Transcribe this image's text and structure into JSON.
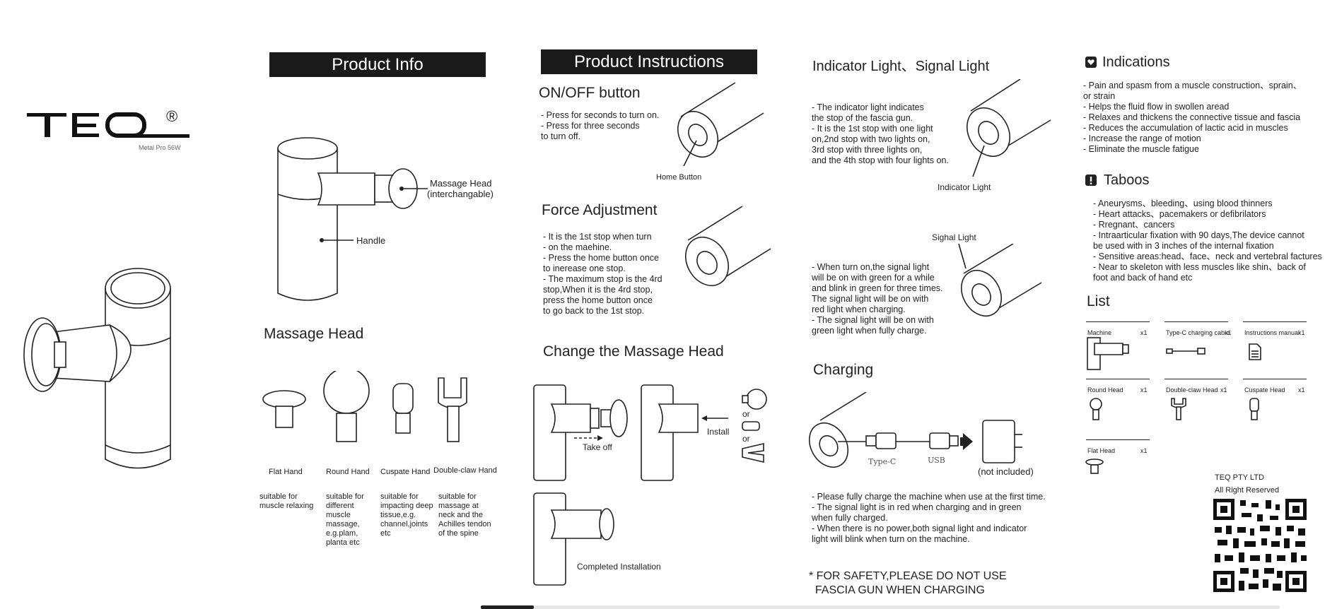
{
  "brand": {
    "logo": "TEQ",
    "registered": "®",
    "model": "Metal Pro 56W"
  },
  "product_info": {
    "title": "Product Info",
    "massage_head_label_line1": "Massage Head",
    "massage_head_label_line2": "(interchangable)",
    "handle_label": "Handle"
  },
  "massage_head": {
    "title": "Massage Head",
    "heads": [
      {
        "name": "Flat Hand",
        "desc": [
          "suitable for",
          "muscle relaxing"
        ]
      },
      {
        "name": "Round Hand",
        "desc": [
          "suitable for",
          "different",
          "muscle",
          "massage,",
          "e.g.plam,",
          "planta etc"
        ]
      },
      {
        "name": "Cuspate Hand",
        "desc": [
          "suitable for",
          "impacting deep",
          "tissue,e.g.",
          "channel,joints",
          "etc"
        ]
      },
      {
        "name": "Double-claw Hand",
        "desc": [
          "suitable for",
          "massage at",
          "neck and the",
          "Achilles tendon",
          "of the spine"
        ]
      }
    ]
  },
  "instructions": {
    "title": "Product Instructions",
    "onoff": {
      "title": "ON/OFF  button",
      "lines": [
        "-  Press for seconds to turn on.",
        "-  Press for three seconds",
        "   to turn off."
      ],
      "callout": "Home Button"
    },
    "force": {
      "title": "Force Adjustment",
      "lines": [
        "-  It is the 1st stop when turn",
        "-  on the maehine.",
        "-  Press the home button once",
        "   to inerease one stop.",
        "-  The maximum stop is the 4rd",
        "   stop,When it is the 4rd stop,",
        "   press the home button once",
        "   to go back to the 1st stop."
      ]
    },
    "change": {
      "title": "Change the Massage Head",
      "take_off": "Take off",
      "install": "Install",
      "or1": "or",
      "or2": "or",
      "completed": "Completed Installation"
    }
  },
  "indicator": {
    "title": "Indicator Light、Signal Light",
    "lines": [
      "-  The indicator light indicates",
      "   the stop of the fascia gun.",
      "-  It is the 1st stop with one light",
      "   on,2nd stop with two lights on,",
      "   3rd stop with three lights on,",
      "   and the 4th stop with four lights on."
    ],
    "indicator_callout": "Indicator Light",
    "signal_callout": "Sighal Light",
    "signal_lines": [
      "-  When turn on,the signal light",
      "   will be on with green for a while",
      "   and blink in green for three times.",
      "   The signal light will be on with",
      "   red light when charging.",
      "-  The signal light will be on with",
      "   green light when fully charge."
    ]
  },
  "charging": {
    "title": "Charging",
    "typec": "Type-C",
    "usb": "USB",
    "not_included": "(not included)",
    "lines": [
      "-  Please fully charge the machine when use at the first time.",
      "-  The signal light is in red when charging and in green",
      "   when fully charged.",
      "-  When there is no power,both signal light and indicator",
      "   light will blink when turn on the machine."
    ],
    "safety_line1": "* FOR SAFETY,PLEASE DO NOT USE",
    "safety_line2": "  FASCIA GUN WHEN CHARGING"
  },
  "indications": {
    "title": "Indications",
    "lines": [
      "-  Pain and spasm from a muscle construction、sprain、",
      "   or strain",
      "-  Helps the fluid flow in swollen aread",
      "-  Relaxes and thickens the connective tissue and fascia",
      "-  Reduces the accumulation of lactic acid in muscles",
      "-  Increase the range of motion",
      "-  Eliminate the muscle fatigue"
    ]
  },
  "taboos": {
    "title": "Taboos",
    "lines": [
      "-  Aneurysms、bleeding、using blood thinners",
      "-  Heart attacks、pacemakers or defibrilators",
      "-  Rregnant、cancers",
      "-  Intraarticular fixation with 90 days,The device cannot",
      "   be used with in 3 inches of the internal fixation",
      "-  Sensitive areas:head、face、neck and vertebral factures",
      "-  Near to skeleton with less muscles like shin、back of",
      "   foot and back of hand etc"
    ]
  },
  "list": {
    "title": "List",
    "items": [
      {
        "name": "Machine",
        "qty": "x1"
      },
      {
        "name": "Type-C charging cable",
        "qty": "x1"
      },
      {
        "name": "Instructions manual",
        "qty": "x1"
      },
      {
        "name": "Round Head",
        "qty": "x1"
      },
      {
        "name": "Double-claw Head",
        "qty": "x1"
      },
      {
        "name": "Cuspate Head",
        "qty": "x1"
      },
      {
        "name": "Flat Head",
        "qty": "x1"
      }
    ]
  },
  "company": {
    "name": "TEQ PTY LTD",
    "rights": "All Right Reserved"
  }
}
